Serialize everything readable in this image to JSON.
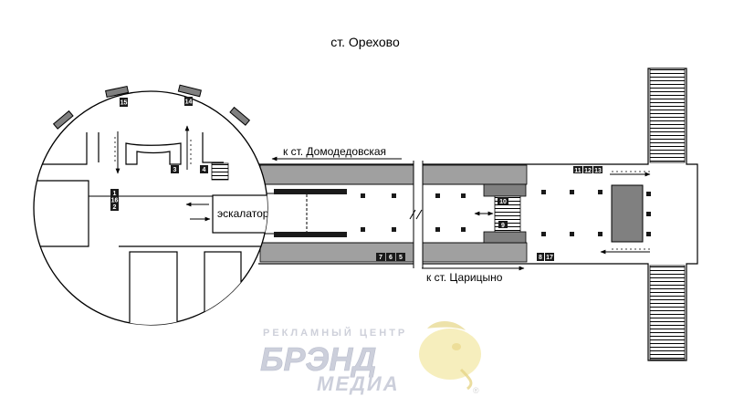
{
  "title": "ст. Орехово",
  "direction_labels": {
    "domodedovskaya": "к ст. Домодедовская",
    "tsaritsyno": "к ст. Царицыно"
  },
  "escalator_label": "эскалатор",
  "exit_numbers": {
    "n15": "15",
    "n14": "14",
    "n3": "3",
    "n4": "4",
    "n1": "1",
    "n16": "16",
    "n2": "2",
    "n7": "7",
    "n6": "6",
    "n5": "5",
    "n10": "10",
    "n9": "9",
    "n11": "11",
    "n12": "12",
    "n13": "13",
    "n8": "8",
    "n17": "17"
  },
  "watermark": {
    "top": "РЕКЛАМНЫЙ ЦЕНТР",
    "main": "БРЭНД",
    "sub": "МЕДИА",
    "reg": "®"
  },
  "colors": {
    "track": "#a0a0a0",
    "dark": "#1a1a1a",
    "platform_block": "#808080",
    "watermark": "#c7cad8",
    "mascot": "#f3e7a2"
  }
}
